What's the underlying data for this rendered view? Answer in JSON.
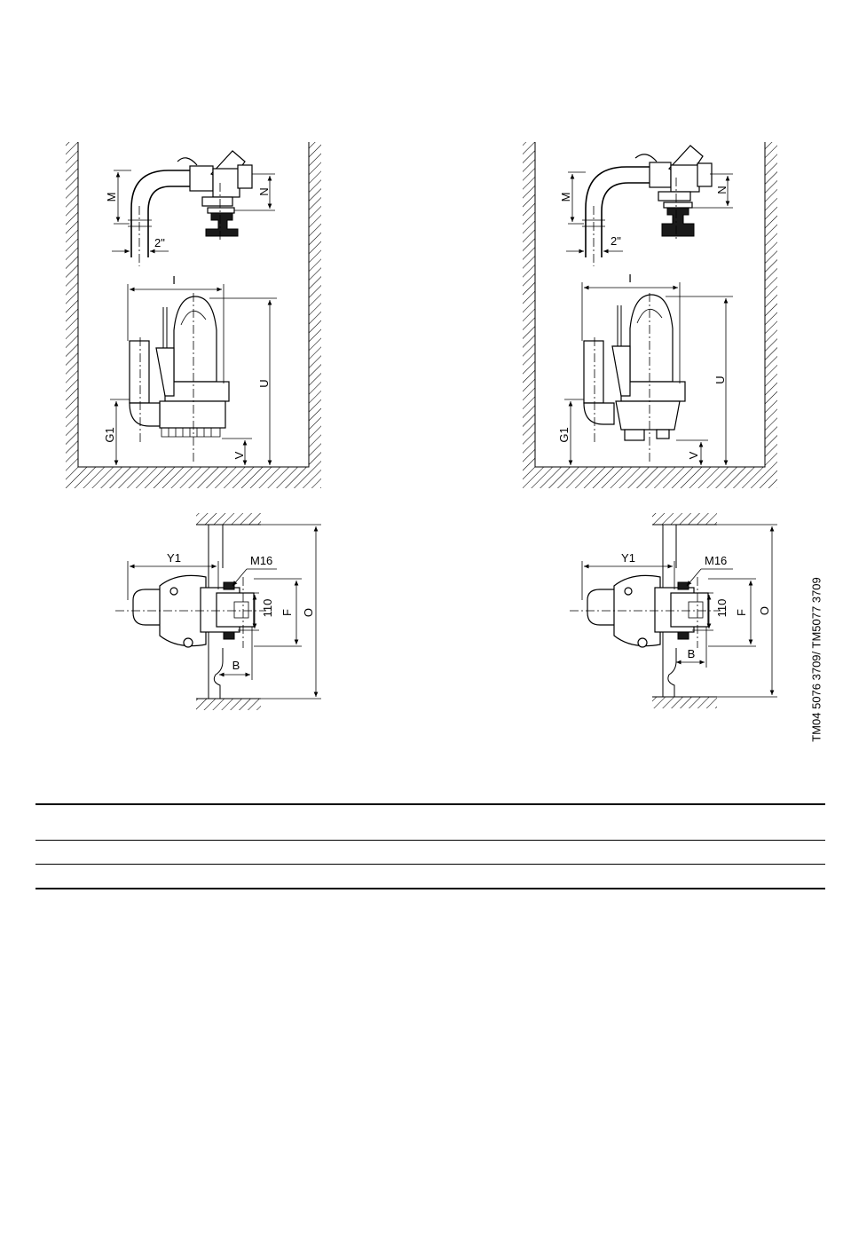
{
  "drawing_reference": "TM04 5076 3709/ TM5077 3709",
  "left_drawing": {
    "side_view": {
      "dim_M": "M",
      "dim_N": "N",
      "dim_pipe": "2\"",
      "dim_I": "I",
      "dim_U": "U",
      "dim_G1": "G1",
      "dim_V": "V"
    },
    "top_view": {
      "dim_Y1": "Y1",
      "dim_M16": "M16",
      "dim_110": "110",
      "dim_F": "F",
      "dim_O": "O",
      "dim_B": "B"
    }
  },
  "right_drawing": {
    "side_view": {
      "dim_M": "M",
      "dim_N": "N",
      "dim_pipe": "2\"",
      "dim_I": "I",
      "dim_U": "U",
      "dim_G1": "G1",
      "dim_V": "V"
    },
    "top_view": {
      "dim_Y1": "Y1",
      "dim_M16": "M16",
      "dim_110": "110",
      "dim_F": "F",
      "dim_O": "O",
      "dim_B": "B"
    }
  }
}
